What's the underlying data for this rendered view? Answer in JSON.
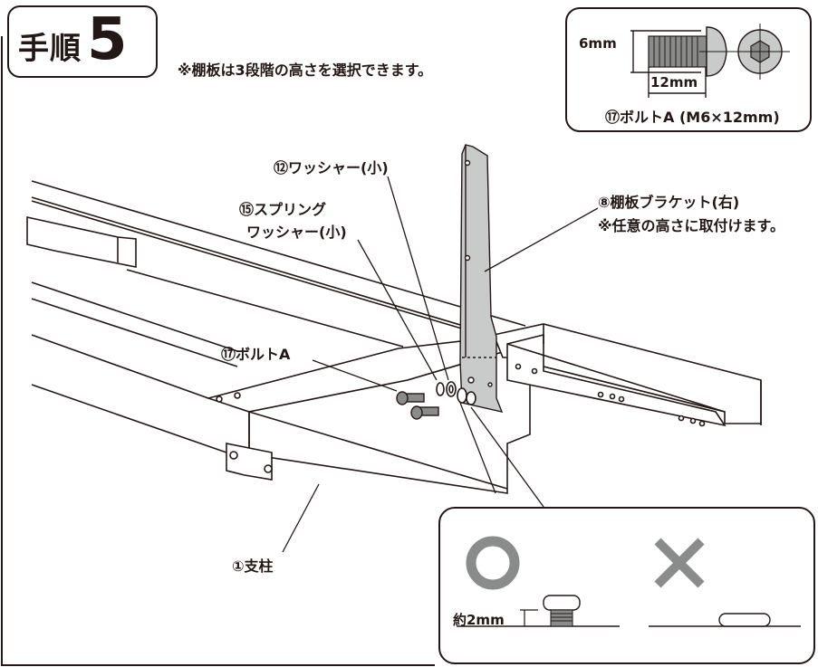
{
  "header": {
    "step_label": "手順",
    "step_number": "5",
    "note": "※棚板は3段階の高さを選択できます。"
  },
  "bolt_spec": {
    "diameter": "6mm",
    "length": "12mm",
    "caption": "⑰ボルトA (M6×12mm)"
  },
  "callouts": {
    "washer_small": "⑫ワッシャー(小)",
    "spring_washer_line1": "⑮スプリング",
    "spring_washer_line2": "ワッシャー(小)",
    "bracket_line1": "⑧棚板ブラケット(右)",
    "bracket_line2": "※任意の高さに取付けます。",
    "bolt_a": "⑰ボルトA",
    "post": "①支柱"
  },
  "detail": {
    "good_mark": "○",
    "bad_mark": "×",
    "gap_label": "約2mm"
  },
  "colors": {
    "line": "#231815",
    "gray_fill": "#c9caca",
    "dark_gray": "#8a8b8b",
    "light_fill": "#ffffff"
  }
}
